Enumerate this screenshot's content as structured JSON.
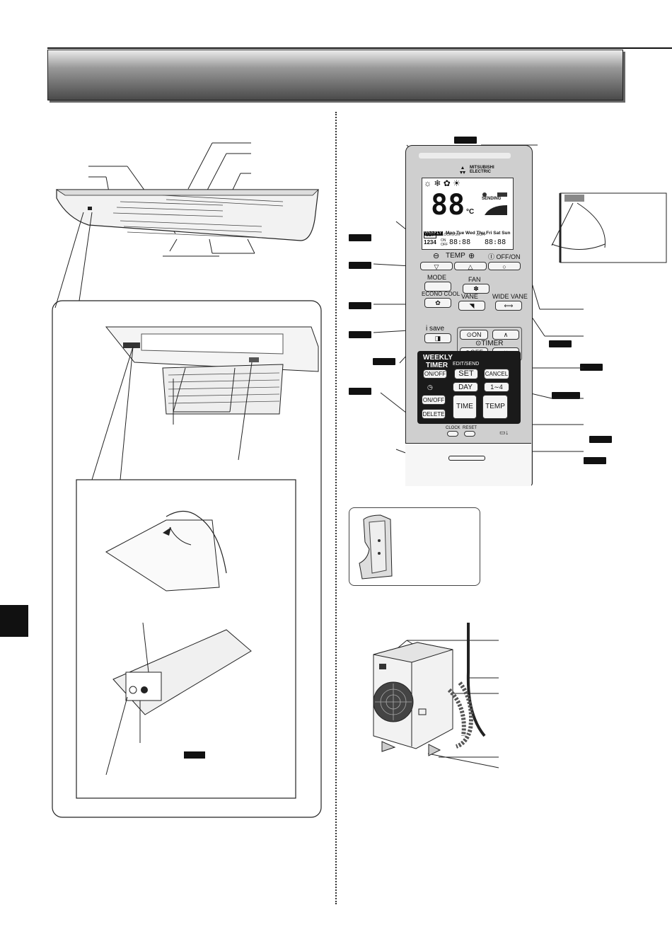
{
  "remote": {
    "brand_line1": "MITSUBISHI",
    "brand_line2": "ELECTRIC",
    "display": {
      "temperature": "88",
      "unit": "°C",
      "sending": "SENDING",
      "weekly": "WEEKLY",
      "days": "Mon Tue Wed Thu Fri Sat Sun",
      "set": "SET",
      "clock_on": "CLOCK⊙ON",
      "off": "⊙OFF",
      "program_numbers": "1234",
      "on": "ON",
      "off_small": "OFF",
      "time_left": "88:88",
      "time_right": "88:88"
    },
    "temp_row": {
      "minus": "⊖",
      "label": "TEMP",
      "plus": "⊕",
      "offon": "Ⓘ OFF/ON"
    },
    "buttons": {
      "mode": "MODE",
      "fan": "FAN",
      "econo_cool": "ECONO COOL",
      "vane": "VANE",
      "wide_vane": "WIDE VANE",
      "isave": "i save",
      "timer_on": "⊙ON",
      "timer_label": "⊙TIMER",
      "timer_off": "⊙OFF",
      "weekly_timer_1": "WEEKLY",
      "weekly_timer_2": "TIMER",
      "weekly_onoff": "ON/OFF",
      "edit_send": "EDIT/SEND",
      "set": "SET",
      "cancel": "CANCEL",
      "day": "DAY",
      "range": "1∼4",
      "onoff": "ON/OFF",
      "delete": "DELETE",
      "time": "TIME",
      "temp": "TEMP",
      "clock": "CLOCK",
      "reset": "RESET"
    }
  }
}
